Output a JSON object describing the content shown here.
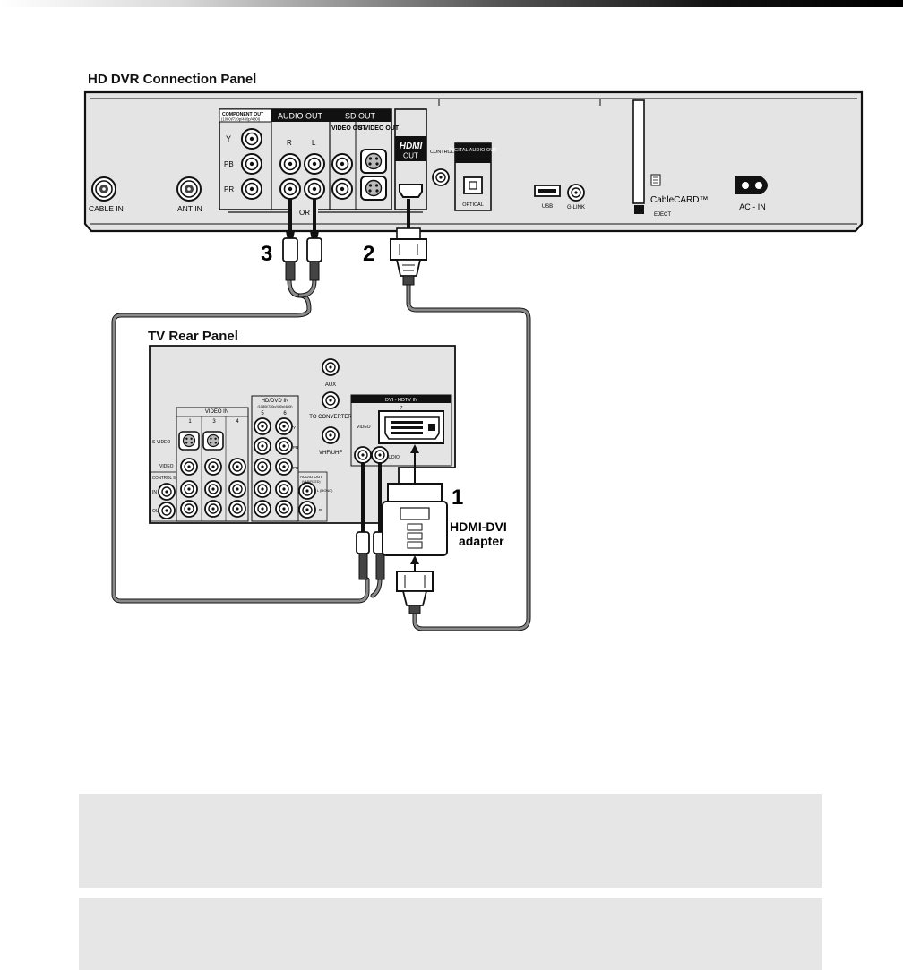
{
  "dvr_panel": {
    "title": "HD DVR Connection Panel",
    "component_out_label": "COMPONENT OUT",
    "component_out_sub": "(1080i/720p/480p/480i)",
    "component_y": "Y",
    "component_pb": "PB",
    "component_pr": "PR",
    "audio_out_label": "AUDIO OUT",
    "audio_r": "R",
    "audio_l": "L",
    "sd_out_label": "SD OUT",
    "video_out_label": "VIDEO OUT",
    "s_video_out_label": "S VIDEO OUT",
    "hdmi_label": "HDMI",
    "hdmi_out_label": "OUT",
    "control_s_in_label": "CONTROL S IN",
    "digital_audio_out_label": "DIGITAL AUDIO OUT",
    "optical_label": "OPTICAL",
    "usb_label": "USB",
    "glink_label": "G-LINK",
    "cablecard_label": "CableCARD™",
    "eject_label": "EJECT",
    "ac_in_label": "AC - IN",
    "cable_in_label": "CABLE IN",
    "ant_in_label": "ANT IN",
    "or_label": "OR"
  },
  "tv_panel": {
    "title": "TV Rear Panel",
    "aux_label": "AUX",
    "to_converter_label": "TO CONVERTER",
    "vhf_uhf_label": "VHF/UHF",
    "hd_dvd_in_label": "HD/DVD IN",
    "hd_dvd_in_sub": "(1080i/720p/480p/480i)",
    "video_in_label": "VIDEO IN",
    "input_1": "1",
    "input_3": "3",
    "input_4": "4",
    "input_5": "5",
    "input_6": "6",
    "s_video_label": "S VIDEO",
    "video_label": "VIDEO",
    "control_s_label": "CONTROL S",
    "in_label": "IN",
    "out_label": "OUT",
    "audio_out_label": "AUDIO OUT",
    "audio_out_sub": "(VAR/FIXED)",
    "dvi_hdtv_in_label": "DVI - HDTV IN",
    "dvi_number": "7",
    "dvi_video_label": "VIDEO",
    "dvi_audio_label": "AUDIO",
    "y_label": "Y",
    "pb_label": "PB",
    "pr_label": "PR",
    "l_mono_label": "L (MONO)",
    "r_label": "R"
  },
  "callouts": {
    "step_3": "3",
    "step_2": "2",
    "step_1": "1",
    "adapter_line1": "HDMI-DVI",
    "adapter_line2": "adapter"
  },
  "colors": {
    "panel_fill": "#e4e4e4",
    "cable": "#8a8a8a",
    "note_fill": "#e6e6e6",
    "label_black": "#111111"
  }
}
